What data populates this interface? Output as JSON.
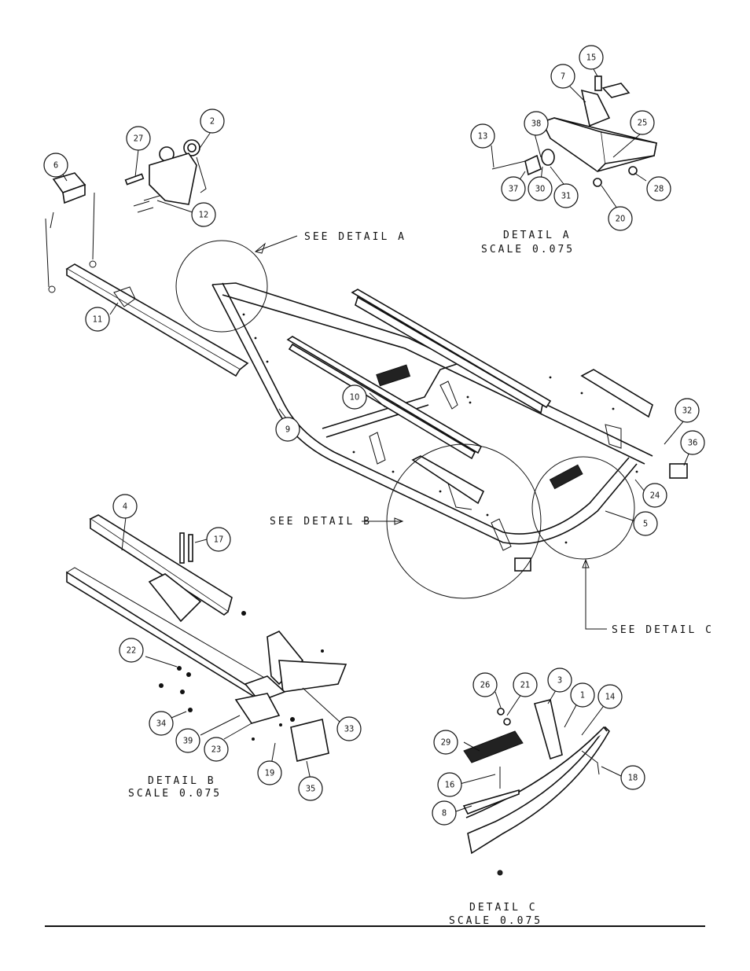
{
  "callouts": [
    {
      "n": "15"
    },
    {
      "n": "7"
    },
    {
      "n": "38"
    },
    {
      "n": "13"
    },
    {
      "n": "25"
    },
    {
      "n": "37"
    },
    {
      "n": "30"
    },
    {
      "n": "31"
    },
    {
      "n": "20"
    },
    {
      "n": "28"
    },
    {
      "n": "2"
    },
    {
      "n": "27"
    },
    {
      "n": "6"
    },
    {
      "n": "12"
    },
    {
      "n": "11"
    },
    {
      "n": "10"
    },
    {
      "n": "9"
    },
    {
      "n": "32"
    },
    {
      "n": "36"
    },
    {
      "n": "24"
    },
    {
      "n": "5"
    },
    {
      "n": "4"
    },
    {
      "n": "17"
    },
    {
      "n": "22"
    },
    {
      "n": "33"
    },
    {
      "n": "34"
    },
    {
      "n": "39"
    },
    {
      "n": "23"
    },
    {
      "n": "19"
    },
    {
      "n": "35"
    },
    {
      "n": "26"
    },
    {
      "n": "21"
    },
    {
      "n": "3"
    },
    {
      "n": "1"
    },
    {
      "n": "14"
    },
    {
      "n": "29"
    },
    {
      "n": "18"
    },
    {
      "n": "16"
    },
    {
      "n": "8"
    }
  ],
  "labels": {
    "see_detail_a": "SEE DETAIL  A",
    "see_detail_b": "SEE DETAIL  B",
    "see_detail_c": "SEE DETAIL  C",
    "detail_a_title": "DETAIL  A",
    "detail_a_scale": "SCALE  0.075",
    "detail_b_title": "DETAIL  B",
    "detail_b_scale": "SCALE  0.075",
    "detail_c_title": "DETAIL  C",
    "detail_c_scale": "SCALE  0.075"
  }
}
